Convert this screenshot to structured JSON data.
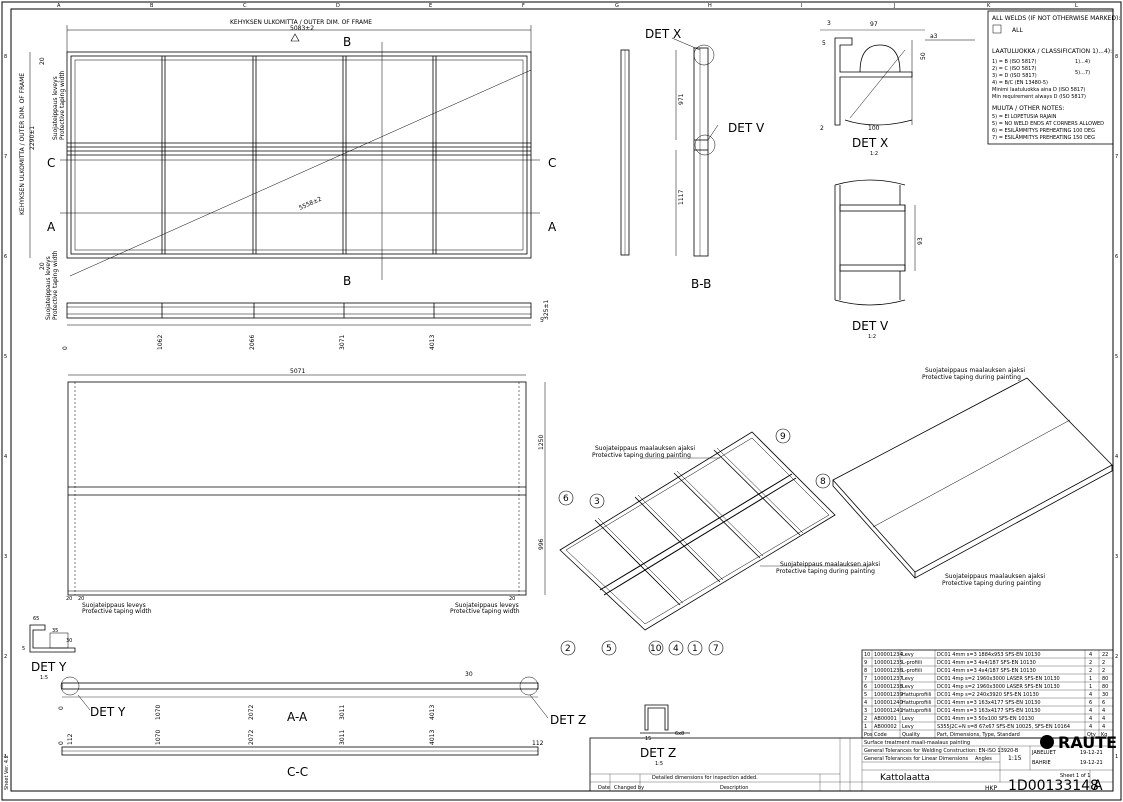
{
  "frame_zones": {
    "top": [
      "A",
      "B",
      "C",
      "D",
      "E",
      "F",
      "G",
      "H",
      "I",
      "J",
      "K",
      "L"
    ],
    "side": [
      "8",
      "7",
      "6",
      "5",
      "4",
      "3",
      "2",
      "1"
    ]
  },
  "top_view": {
    "outer_dim_label": "KEHYKSEN ULKOMITTA / OUTER DIM. OF FRAME",
    "width_dim": "5083±2",
    "height_dim": "2290±1",
    "diag_dim": "5558±2",
    "edge_20a": "20",
    "edge_20b": "20",
    "tape_width_fi": "Suojateippaus leveys",
    "tape_width_en": "Protective taping width",
    "sections": {
      "A": "A",
      "B": "B",
      "C": "C"
    }
  },
  "elevation": {
    "dims": [
      "1062",
      "2066",
      "3071",
      "4013"
    ],
    "zero": "0",
    "right_dim": "5",
    "right_dim2": "325±1"
  },
  "bb": {
    "title": "B-B",
    "det_x": "DET X",
    "det_v": "DET V",
    "dim1": "971",
    "dim2": "1117"
  },
  "det_x": {
    "title": "DET X",
    "scale": "1:2",
    "w1": "97",
    "w2": "100",
    "h": "50",
    "t1": "3",
    "t2": "5",
    "t3": "2",
    "weld": "a3"
  },
  "det_v": {
    "title": "DET V",
    "scale": "1:2",
    "dim": "93"
  },
  "notes": {
    "weld_title": "ALL WELDS (IF NOT OTHERWISE MARKED):",
    "weld_sym": "ALL",
    "class_title": "LAATULUOKKA / CLASSIFICATION 1)...4):",
    "lines": [
      "1) = B (ISO 5817)",
      "2) = C (ISO 5817)",
      "3) = D (ISO 5817)",
      "4) = B/C (EN 13480-5)",
      "Minimi laatuluokka aina D (ISO 5817)",
      "Min requirement always D (ISO 5817)"
    ],
    "other_title": "MUUTA / OTHER NOTES:",
    "other_lines": [
      "5) = EI LOPETUSIA RAJAIN",
      "5) = NO WELD ENDS AT CORNERS ALLOWED",
      "6) = ESILÄMMITYS PREHEATING 100 DEG",
      "7) = ESILÄMMITYS PREHEATING 150 DEG"
    ],
    "side_marks": [
      "1)...4)",
      "5)...7)"
    ]
  },
  "bottom_view": {
    "width_dim": "5071",
    "h1": "1250",
    "h2": "996",
    "e1": "20",
    "e2": "20",
    "e3": "20",
    "tape_fi": "Suojateippaus leveys",
    "tape_en": "Protective taping width"
  },
  "iso": {
    "masking_fi": "Suojateippaus maalauksen ajaksi",
    "masking_en": "Protective taping during painting",
    "balloons": [
      "9",
      "8",
      "6",
      "3",
      "2",
      "5",
      "10",
      "4",
      "1",
      "7"
    ]
  },
  "det_y": {
    "title": "DET Y",
    "scale": "1:5",
    "d1": "65",
    "d2": "35",
    "d3": "30",
    "d4": "5"
  },
  "det_z": {
    "title": "DET Z",
    "scale": "1:5",
    "d1": "15",
    "d2": "6x8"
  },
  "aa": {
    "title": "A-A",
    "det_y": "DET Y",
    "det_z": "DET Z",
    "dims": [
      "0",
      "1070",
      "2072",
      "3011",
      "4013"
    ],
    "d30": "30"
  },
  "cc": {
    "title": "C-C",
    "dims": [
      "0",
      "112",
      "1070",
      "2072",
      "3011",
      "4013"
    ],
    "right": "112"
  },
  "bom": {
    "rows": [
      [
        "10",
        "100001234",
        "Levy",
        "DC01 4mm  s=3  1884x953  SFS-EN 10130",
        "4",
        "22"
      ],
      [
        "9",
        "100001235",
        "L-profiili",
        "DC01 4mm  s=3  4x4/187  SFS-EN 10130",
        "2",
        "2"
      ],
      [
        "8",
        "100001236",
        "L-profiili",
        "DC01 4mm  s=3  4x4/187  SFS-EN 10130",
        "2",
        "2"
      ],
      [
        "7",
        "100001237",
        "Levy",
        "DC01 4mp  s=2  1960x3000 LASER SFS-EN 10130",
        "1",
        "80"
      ],
      [
        "6",
        "100001238",
        "Levy",
        "DC01 4mp  s=2  1960x3000 LASER SFS-EN 10130",
        "1",
        "80"
      ],
      [
        "5",
        "100001239",
        "Hattuprofiili",
        "DC01 4mp  s=2  240x3920  SFS-EN 10130",
        "4",
        "30"
      ],
      [
        "4",
        "100001240",
        "Hattuprofiili",
        "DC01 4mm  s=3  163x4177  SFS-EN 10130",
        "6",
        "6"
      ],
      [
        "3",
        "100001241",
        "Hattuprofiili",
        "DC01 4mm  s=3  163x4177  SFS-EN 10130",
        "4",
        "4"
      ],
      [
        "2",
        "AB00001",
        "Levy",
        "DC01 4mm  s=3  50x100  SFS-EN 10130",
        "4",
        "4"
      ],
      [
        "1",
        "AB00002",
        "Levy",
        "S355J2C+N  s=8 67x67  SFS-EN 10025, SFS-EN 10164",
        "4",
        "4"
      ]
    ],
    "header": [
      "Pos",
      "Code",
      "Quality",
      "Part, Dimensions, Type, Standard",
      "Qty",
      "Kg"
    ],
    "surface": "Surface treatment   maali-maalaus painting",
    "tol1": "General Tolerances for Welding Construction: EN-ISO 13920-B",
    "tol2": "General Tolerances for Linear Dimensions",
    "angles": "Angles",
    "scale": "1:15",
    "designer": "JABELUET",
    "checker": "BAHRIE",
    "date1": "19-12-21",
    "date2": "19-12-21",
    "product_name": "Kattolaatta",
    "drawing_no": "1D00133148",
    "rev": "A",
    "hkp": "HKP",
    "rev_note": "Detailed dimensions for inspection added.",
    "sheet": "Sheet 1 of 1",
    "col_labels": [
      "Date",
      "Changed by",
      "Description"
    ],
    "logo": "RAUTE"
  },
  "left_marks": [
    "Sheet Ver. 4.2",
    "4.2"
  ]
}
